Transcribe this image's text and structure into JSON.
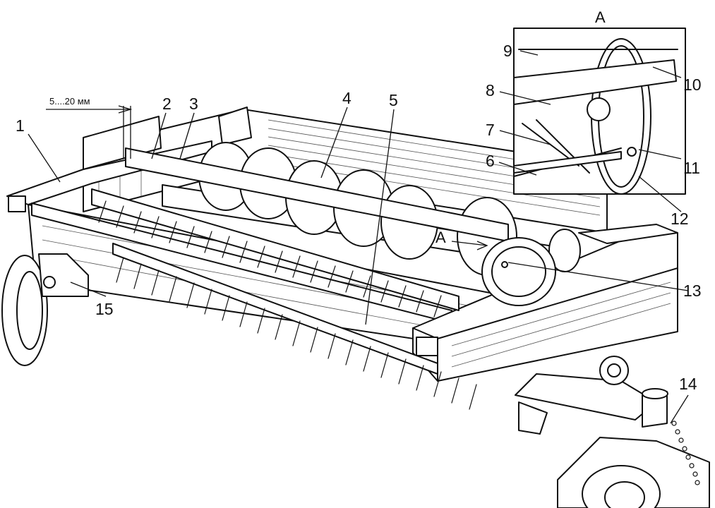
{
  "diagram": {
    "callouts": [
      {
        "id": "1",
        "text": "1"
      },
      {
        "id": "2",
        "text": "2"
      },
      {
        "id": "3",
        "text": "3"
      },
      {
        "id": "4",
        "text": "4"
      },
      {
        "id": "5",
        "text": "5"
      },
      {
        "id": "6",
        "text": "6"
      },
      {
        "id": "7",
        "text": "7"
      },
      {
        "id": "8",
        "text": "8"
      },
      {
        "id": "9",
        "text": "9"
      },
      {
        "id": "10",
        "text": "10"
      },
      {
        "id": "11",
        "text": "11"
      },
      {
        "id": "12",
        "text": "12"
      },
      {
        "id": "13",
        "text": "13"
      },
      {
        "id": "14",
        "text": "14"
      },
      {
        "id": "15",
        "text": "15"
      }
    ],
    "dimension_label": "5....20 мм",
    "view_marker": "A",
    "section_marker": "A"
  }
}
